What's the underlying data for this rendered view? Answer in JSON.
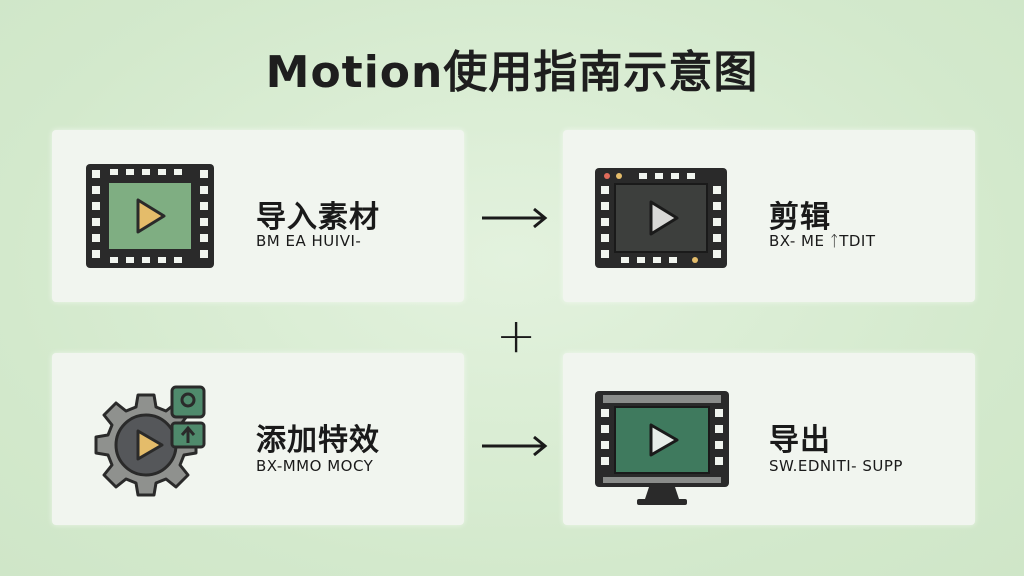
{
  "title": "Motion使用指南示意图",
  "steps": [
    {
      "main": "导入素材",
      "sub": "BM EA HUIVI-"
    },
    {
      "main": "剪辑",
      "sub": "BX- ME ᛏTDIT"
    },
    {
      "main": "添加特效",
      "sub": "BX-MMO MOCY"
    },
    {
      "main": "导出",
      "sub": "SW.EDNITI- SUPP"
    }
  ],
  "connectors": {
    "arrow_1": "→",
    "plus": "+",
    "arrow_2": "→"
  },
  "icons": [
    "film-play-icon",
    "editor-film-icon",
    "gear-effects-icon",
    "monitor-export-icon"
  ],
  "colors": {
    "background": "#d6ebd0",
    "card": "#f1f5ef",
    "film_green": "#7fae82",
    "screen_dark": "#3d3f3d",
    "screen_green": "#3f7a5e",
    "play_yellow": "#e4bc6a",
    "outline": "#1e1e1e"
  }
}
